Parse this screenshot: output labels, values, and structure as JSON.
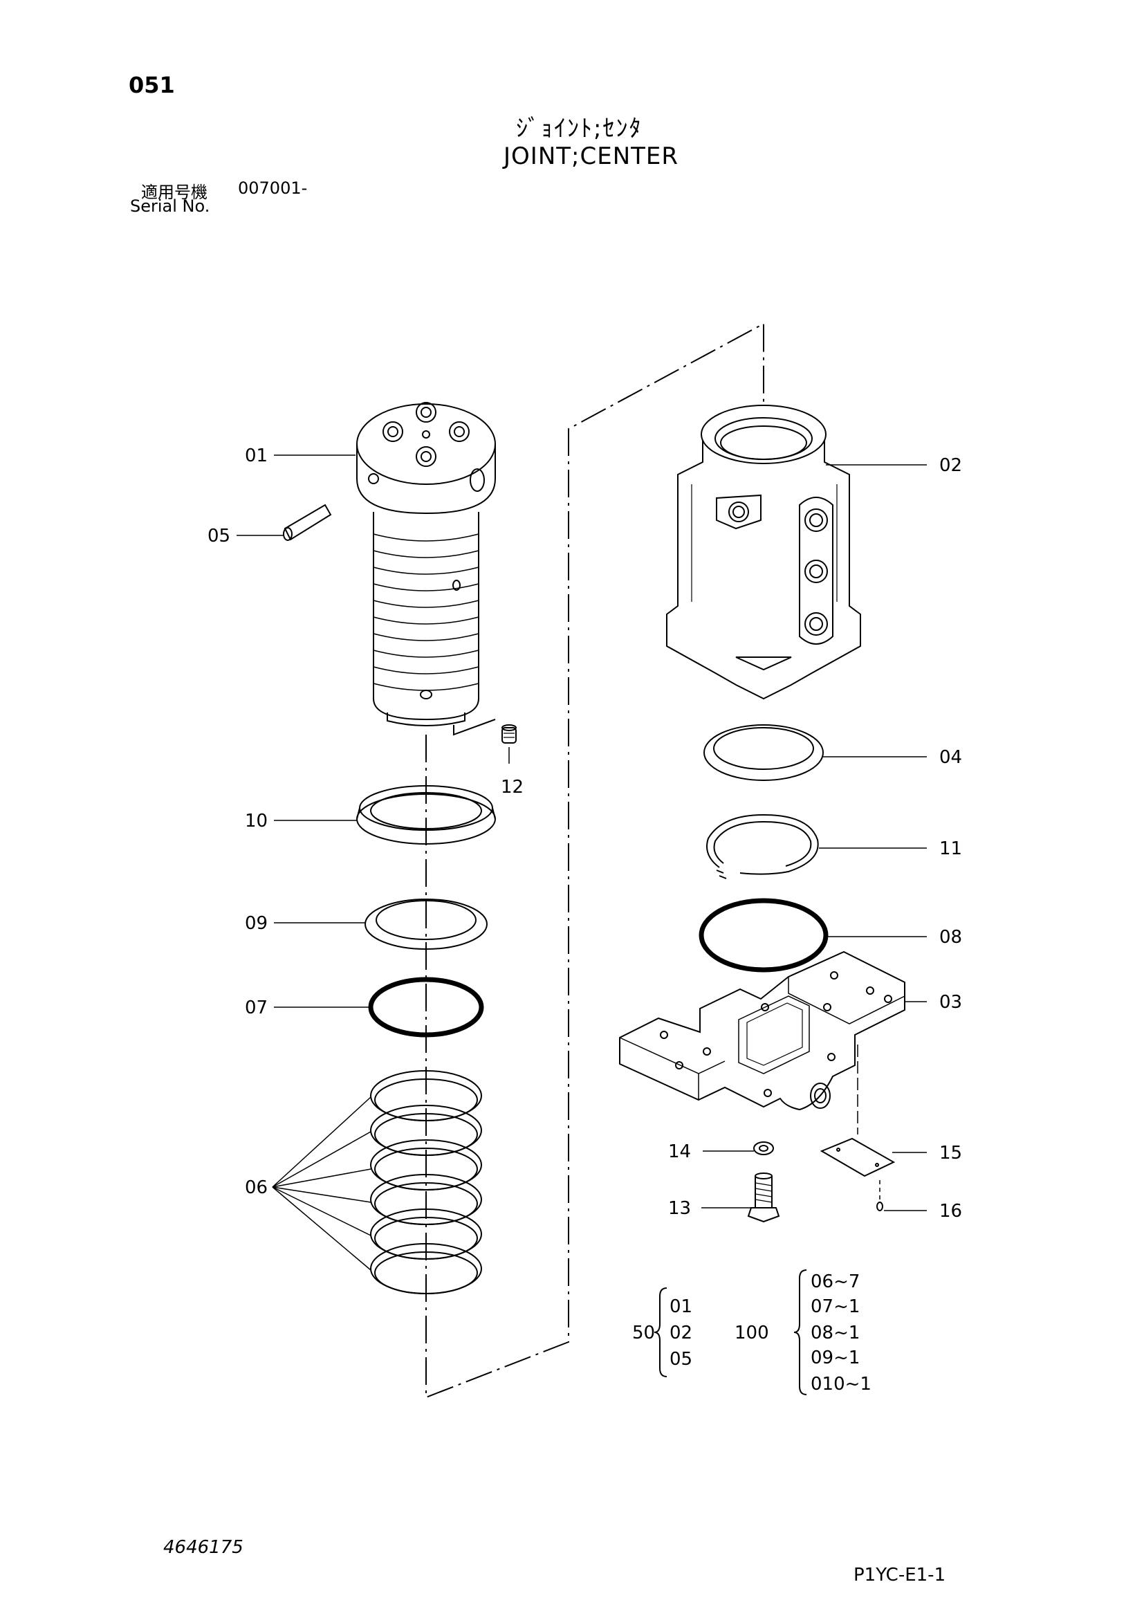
{
  "header": {
    "page_number": "051",
    "title_jp": "ｼﾞｮｲﾝﾄ;ｾﾝﾀ",
    "title_en": "JOINT;CENTER",
    "serial_label_jp": "適用号機",
    "serial_value": "007001-",
    "serial_label_en": "Serial No."
  },
  "callouts": {
    "p01": "01",
    "p02": "02",
    "p03": "03",
    "p04": "04",
    "p05": "05",
    "p06": "06",
    "p07": "07",
    "p08": "08",
    "p09": "09",
    "p10": "10",
    "p11": "11",
    "p12": "12",
    "p13": "13",
    "p14": "14",
    "p15": "15",
    "p16": "16"
  },
  "kits": {
    "kit50_qty": "50",
    "kit50_items": [
      "01",
      "02",
      "05"
    ],
    "kit100_qty": "100",
    "kit100_items": [
      "06~7",
      "07~1",
      "08~1",
      "09~1",
      "010~1"
    ]
  },
  "footer": {
    "doc_number": "4646175",
    "page_code": "P1YC-E1-1"
  }
}
